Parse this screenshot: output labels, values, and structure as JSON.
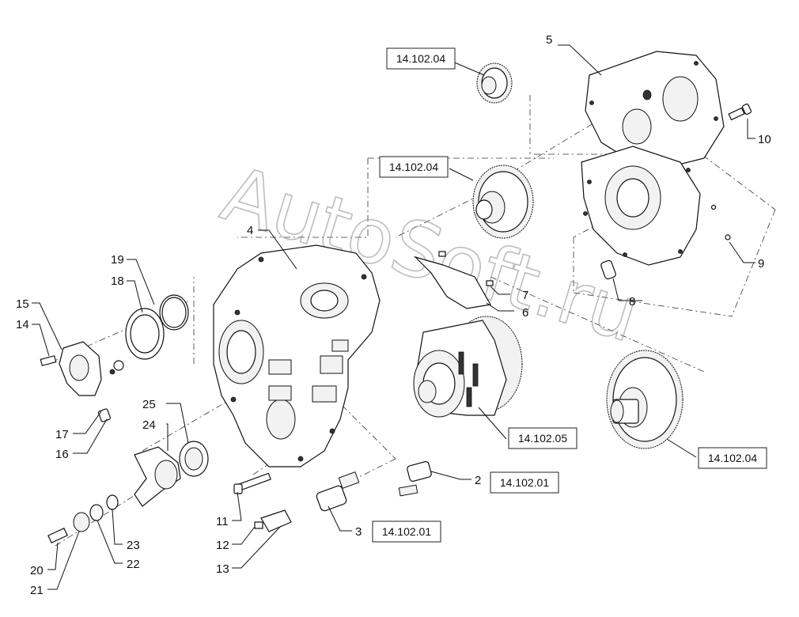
{
  "watermark": "AutoSoft.ru",
  "callouts": [
    {
      "id": "c1",
      "text": "5"
    },
    {
      "id": "c2",
      "text": "10"
    },
    {
      "id": "c3",
      "text": "9"
    },
    {
      "id": "c4",
      "text": "8"
    },
    {
      "id": "c5",
      "text": "7"
    },
    {
      "id": "c6",
      "text": "6"
    },
    {
      "id": "c7",
      "text": "4"
    },
    {
      "id": "c8",
      "text": "19"
    },
    {
      "id": "c9",
      "text": "18"
    },
    {
      "id": "c10",
      "text": "15"
    },
    {
      "id": "c11",
      "text": "14"
    },
    {
      "id": "c12",
      "text": "17"
    },
    {
      "id": "c13",
      "text": "16"
    },
    {
      "id": "c14",
      "text": "25"
    },
    {
      "id": "c15",
      "text": "24"
    },
    {
      "id": "c16",
      "text": "23"
    },
    {
      "id": "c17",
      "text": "22"
    },
    {
      "id": "c18",
      "text": "20"
    },
    {
      "id": "c19",
      "text": "21"
    },
    {
      "id": "c20",
      "text": "11"
    },
    {
      "id": "c21",
      "text": "12"
    },
    {
      "id": "c22",
      "text": "13"
    },
    {
      "id": "c23",
      "text": "3"
    },
    {
      "id": "c24",
      "text": "2"
    }
  ],
  "references": [
    {
      "id": "r1",
      "text": "14.102.04"
    },
    {
      "id": "r2",
      "text": "14.102.04"
    },
    {
      "id": "r3",
      "text": "14.102.05"
    },
    {
      "id": "r4",
      "text": "14.102.04"
    },
    {
      "id": "r5",
      "text": "14.102.01"
    },
    {
      "id": "r6",
      "text": "14.102.01"
    }
  ]
}
